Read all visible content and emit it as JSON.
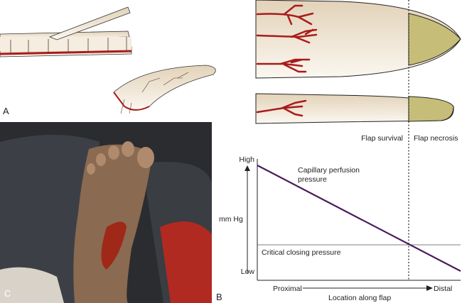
{
  "panels": {
    "a": "A",
    "b": "B",
    "c": "C"
  },
  "flap_zones": {
    "survival": "Flap survival",
    "necrosis": "Flap necrosis"
  },
  "graph": {
    "y_label": "mm Hg",
    "y_high": "High",
    "y_low": "Low",
    "x_start": "Proximal",
    "x_end": "Distal",
    "x_label": "Location along flap",
    "perfusion_label_1": "Capillary perfusion",
    "perfusion_label_2": "pressure",
    "critical_label": "Critical closing pressure"
  },
  "colors": {
    "line": "#4a1a5a",
    "necrosis": "#c6bd78",
    "skin": "#e8dcc8",
    "vessel": "#a81c1c"
  }
}
